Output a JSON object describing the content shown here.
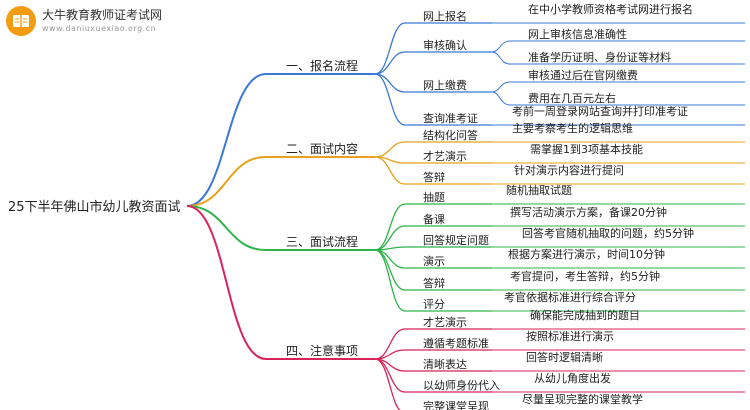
{
  "watermark": {
    "title": "大牛教育教师证考试网",
    "subtitle": "www.daniuxuexiao.org.cn"
  },
  "root": "25下半年佛山市幼儿教资面试",
  "colors": {
    "s0": "#3a78d8",
    "s1": "#e8a21c",
    "s2": "#2fb34a",
    "s3": "#d8245a"
  },
  "sections": [
    {
      "title": "一、报名流程",
      "items": [
        {
          "label": "网上报名",
          "details": [
            "在中小学教师资格考试网进行报名"
          ]
        },
        {
          "label": "审核确认",
          "details": [
            "网上审核信息准确性",
            "准备学历证明、身份证等材料"
          ]
        },
        {
          "label": "网上缴费",
          "details": [
            "审核通过后在官网缴费",
            "费用在几百元左右"
          ]
        },
        {
          "label": "查询准考证",
          "details": [
            "考前一周登录网站查询并打印准考证"
          ]
        }
      ]
    },
    {
      "title": "二、面试内容",
      "items": [
        {
          "label": "结构化问答",
          "details": [
            "主要考察考生的逻辑思维"
          ]
        },
        {
          "label": "才艺演示",
          "details": [
            "需掌握1到3项基本技能"
          ]
        },
        {
          "label": "答辩",
          "details": [
            "针对演示内容进行提问"
          ]
        }
      ]
    },
    {
      "title": "三、面试流程",
      "items": [
        {
          "label": "抽题",
          "details": [
            "随机抽取试题"
          ]
        },
        {
          "label": "备课",
          "details": [
            "撰写活动演示方案，备课20分钟"
          ]
        },
        {
          "label": "回答规定问题",
          "details": [
            "回答考官随机抽取的问题，约5分钟"
          ]
        },
        {
          "label": "演示",
          "details": [
            "根据方案进行演示，时间10分钟"
          ]
        },
        {
          "label": "答辩",
          "details": [
            "考官提问，考生答辩，约5分钟"
          ]
        },
        {
          "label": "评分",
          "details": [
            "考官依据标准进行综合评分"
          ]
        }
      ]
    },
    {
      "title": "四、注意事项",
      "items": [
        {
          "label": "才艺演示",
          "details": [
            "确保能完成抽到的题目"
          ]
        },
        {
          "label": "遵循考题标准",
          "details": [
            "按照标准进行演示"
          ]
        },
        {
          "label": "清晰表达",
          "details": [
            "回答时逻辑清晰"
          ]
        },
        {
          "label": "以幼师身份代入",
          "details": [
            "从幼儿角度出发"
          ]
        },
        {
          "label": "完整课堂呈现",
          "details": [
            "尽量呈现完整的课堂教学"
          ]
        }
      ]
    }
  ]
}
